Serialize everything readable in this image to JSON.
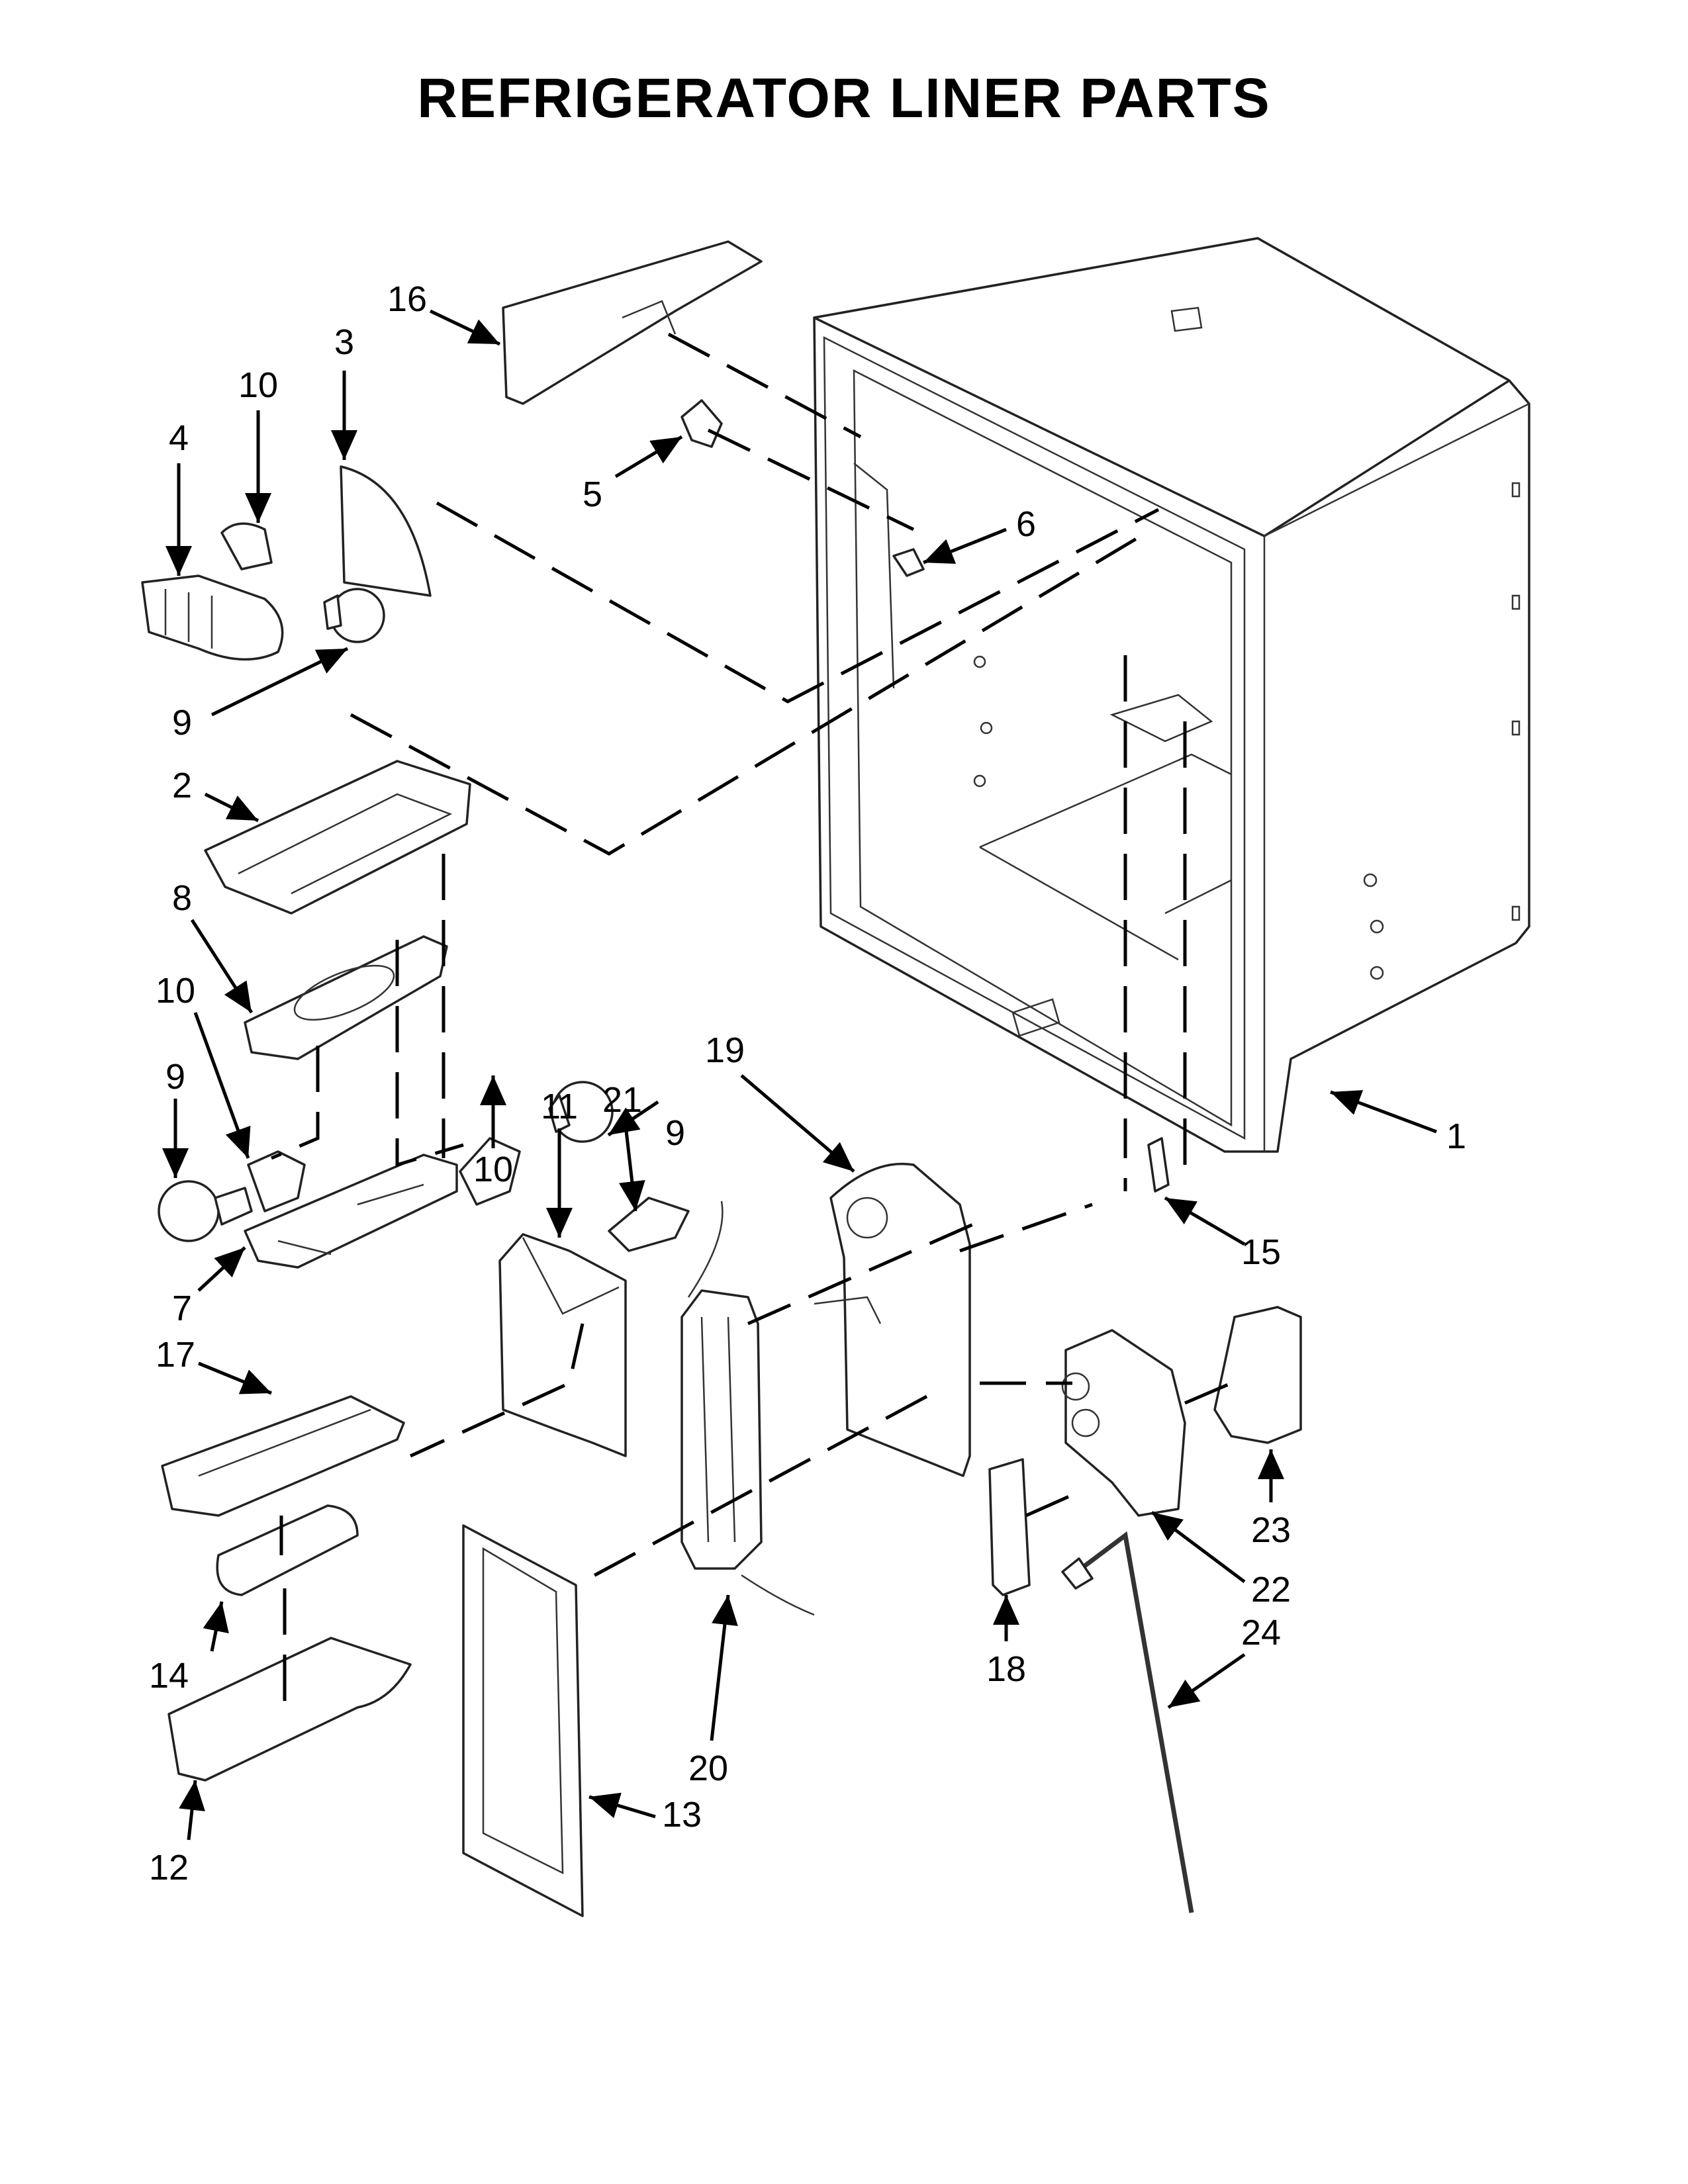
{
  "title": "REFRIGERATOR LINER PARTS",
  "callouts": [
    "1",
    "2",
    "3",
    "4",
    "5",
    "6",
    "7",
    "8",
    "9",
    "9",
    "9",
    "10",
    "10",
    "10",
    "11",
    "12",
    "13",
    "14",
    "15",
    "16",
    "17",
    "18",
    "19",
    "20",
    "21",
    "22",
    "23",
    "24"
  ]
}
